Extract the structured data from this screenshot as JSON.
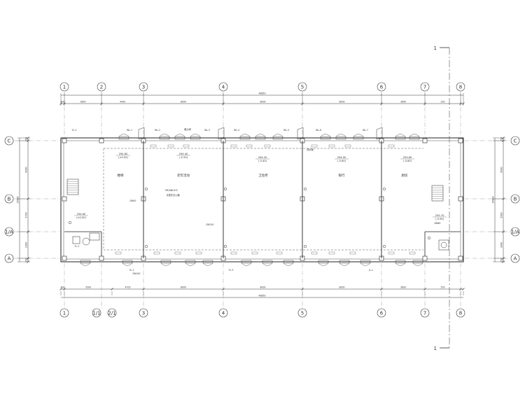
{
  "colors": {
    "line": "#333333",
    "wall": "#222222",
    "pipe": "#555555",
    "background": "#ffffff"
  },
  "axes": {
    "top": [
      "1",
      "2",
      "3",
      "4",
      "5",
      "6",
      "7",
      "8"
    ],
    "bottom": [
      "1",
      "1/1",
      "2/1",
      "3",
      "4",
      "5",
      "6",
      "7",
      "8"
    ],
    "left": [
      "C",
      "B",
      "1/A",
      "A"
    ],
    "right": [
      "C",
      "B",
      "1/A",
      "A"
    ]
  },
  "dimensions": {
    "top_total": "48850",
    "top_segments": [
      "400",
      "3600",
      "4400",
      "8000",
      "8000",
      "8000",
      "3600",
      "250"
    ],
    "bottom_total": "48850",
    "bottom_segments": [
      "400",
      "3500",
      "4700",
      "8000",
      "8000",
      "8000",
      "3600",
      "250"
    ],
    "left_total": "15600",
    "left_segments": [
      "250",
      "6000",
      "2700",
      "2300",
      "250"
    ],
    "right_total": "15600",
    "right_segments": [
      "250",
      "6000",
      "5000",
      "3400",
      "250"
    ]
  },
  "rooms": [
    "楼梯",
    "老年活动",
    "卫生所",
    "银行",
    "厨房"
  ],
  "levels": [
    {
      "value": "294.60",
      "sub": "(±0.00)"
    },
    {
      "value": "294.40",
      "sub": "(-0.20)"
    },
    {
      "value": "294.20",
      "sub": "(-0.40)"
    },
    {
      "value": "294.00",
      "sub": "(-0.60)"
    },
    {
      "value": "293.80",
      "sub": "(-0.80)"
    },
    {
      "value": "294.60",
      "sub": "(±0.00)"
    },
    {
      "value": "293.70",
      "sub": "(-0.90)"
    }
  ],
  "tags": {
    "risers": [
      "WL-1",
      "WL-2",
      "WL-3",
      "WL-4",
      "WL-5",
      "WL-6",
      "WL-7"
    ],
    "notes": [
      "MF/ABC4*2",
      "手提式灭火器",
      "截止阀",
      "排水管",
      "DN50",
      "DN100",
      "DN150",
      "YL-1",
      "YL-2",
      "YL-3",
      "JL-1",
      "FL-1",
      "DN80"
    ],
    "section_markers": [
      "1",
      "1"
    ]
  }
}
